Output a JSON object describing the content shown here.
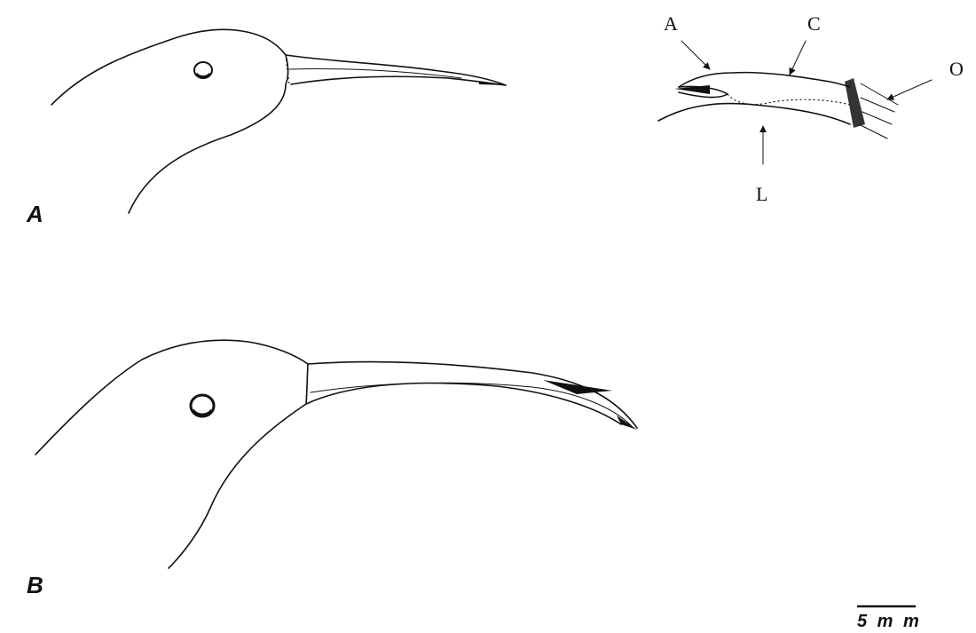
{
  "figure": {
    "panels": [
      {
        "label": "A"
      },
      {
        "label": "B"
      }
    ],
    "callouts": [
      {
        "letter": "A"
      },
      {
        "letter": "C"
      },
      {
        "letter": "O"
      },
      {
        "letter": "L"
      }
    ],
    "scale_bar": {
      "label": "5 m m"
    }
  }
}
